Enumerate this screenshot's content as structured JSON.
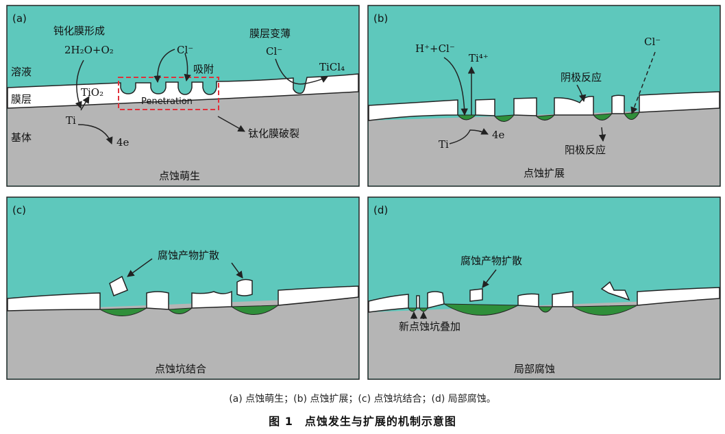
{
  "colors": {
    "solution": "#5ec8bc",
    "film": "#ffffff",
    "substrate": "#b5b5b5",
    "product": "#2f8f3a",
    "outline": "#222222",
    "highlight_box": "#e0303a"
  },
  "panels": {
    "a": {
      "tag": "(a)",
      "caption": "点蚀萌生",
      "labels": {
        "solution": "溶液",
        "film": "膜层",
        "substrate": "基体",
        "passivation": "钝化膜形成",
        "reaction_water": "2H₂O+O₂",
        "tio2": "TiO₂",
        "ti": "Ti",
        "electrons": "4e",
        "chloride_1": "Cl⁻",
        "adsorption": "吸附",
        "penetration": "Penetration",
        "film_rupture": "钛化膜破裂",
        "film_thinning": "膜层变薄",
        "chloride_2": "Cl⁻",
        "ticl4": "TiCl₄"
      }
    },
    "b": {
      "tag": "(b)",
      "caption": "点蚀扩展",
      "labels": {
        "h_cl": "H⁺+Cl⁻",
        "ti4": "Ti⁴⁺",
        "cathode": "阴极反应",
        "chloride": "Cl⁻",
        "ti": "Ti",
        "electrons": "4e",
        "anode": "阳极反应"
      }
    },
    "c": {
      "tag": "(c)",
      "caption": "点蚀坑结合",
      "labels": {
        "diffusion": "腐蚀产物扩散"
      }
    },
    "d": {
      "tag": "(d)",
      "caption": "局部腐蚀",
      "labels": {
        "diffusion": "腐蚀产物扩散",
        "new_pits": "新点蚀坑叠加"
      }
    }
  },
  "figure": {
    "subcaption": "(a) 点蚀萌生；(b) 点蚀扩展；(c) 点蚀坑结合；(d) 局部腐蚀。",
    "title": "图 1　点蚀发生与扩展的机制示意图"
  }
}
